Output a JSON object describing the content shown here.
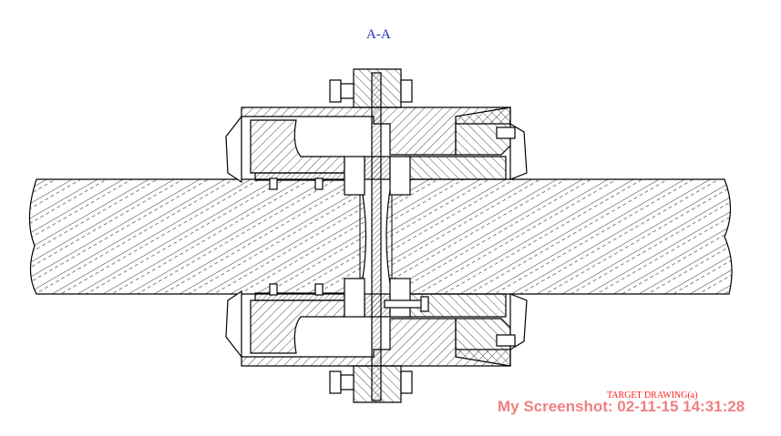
{
  "drawing": {
    "view_label": "A-A",
    "caption": "TARGET DRAWING(a)"
  },
  "overlay": {
    "screenshot_stamp": "My Screenshot: 02-11-15 14:31:28"
  },
  "colors": {
    "view_label": "#1f2fb0",
    "caption": "#ff2020",
    "stamp": "#f08080",
    "lines": "#000000"
  }
}
